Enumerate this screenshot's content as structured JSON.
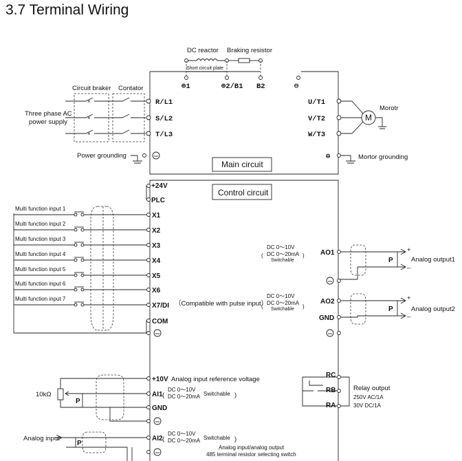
{
  "heading": "3.7 Terminal Wiring",
  "top": {
    "dc_reactor": "DC reactor",
    "braking_resistor": "Braking resistor",
    "short_circuit_plate": "Short circuit plate",
    "t_p1": "⊕1",
    "t_p2": "⊕2/B1",
    "t_b2": "B2",
    "t_neg": "⊖"
  },
  "left": {
    "circuit_breaker": "Circuit braker",
    "contactor": "Contator",
    "supply_line1": "Three phase AC",
    "supply_line2": "power supply",
    "power_grounding": "Power grounding"
  },
  "main": {
    "r": "R/L1",
    "s": "S/L2",
    "t": "T/L3",
    "u": "U/T1",
    "v": "V/T2",
    "w": "W/T3",
    "motor_label": "Morotr",
    "motor_symbol": "M",
    "motor_grounding": "Mortor grounding",
    "main_circuit": "Main circuit",
    "control_circuit": "Control circuit"
  },
  "inputs": {
    "p24": "+24V",
    "plc": "PLC",
    "mf": [
      "Multi function input 1",
      "Multi function input 2",
      "Multi function input 3",
      "Multi function input 4",
      "Multi function input 5",
      "Multi function input 6",
      "Multi function input 7"
    ],
    "x": [
      "X1",
      "X2",
      "X3",
      "X4",
      "X5",
      "X6",
      "X7/DI"
    ],
    "x7_note": "（Compatible with pulse input）",
    "com": "COM"
  },
  "analog_out": {
    "dc_v": "DC 0～10V",
    "dc_ma": "DC 0～20mA",
    "switchable": "Switchable",
    "ao1": "AO1",
    "ao2": "AO2",
    "gnd": "GND",
    "plus": "+",
    "minus": "–",
    "p": "P",
    "out1": "Analog output1",
    "out2": "Analog output2"
  },
  "analog_in": {
    "p10v": "+10V",
    "ref": "Analog input reference voltage",
    "ai1": "AI1",
    "ai2": "AI2",
    "gnd": "GND",
    "res": "10kΩ",
    "p": "P",
    "analog_input": "Analog input",
    "dc_v": "DC 0～10V",
    "dc_ma": "DC 0～20mA",
    "switchable": "Switchable",
    "note1": "Analog input/analog output",
    "note2": "485 terminal resistor selecting switch"
  },
  "relay": {
    "rc": "RC",
    "rb": "RB",
    "ra": "RA",
    "title": "Relay output",
    "r1": "250V AC/1A",
    "r2": "30V  DC/1A"
  }
}
